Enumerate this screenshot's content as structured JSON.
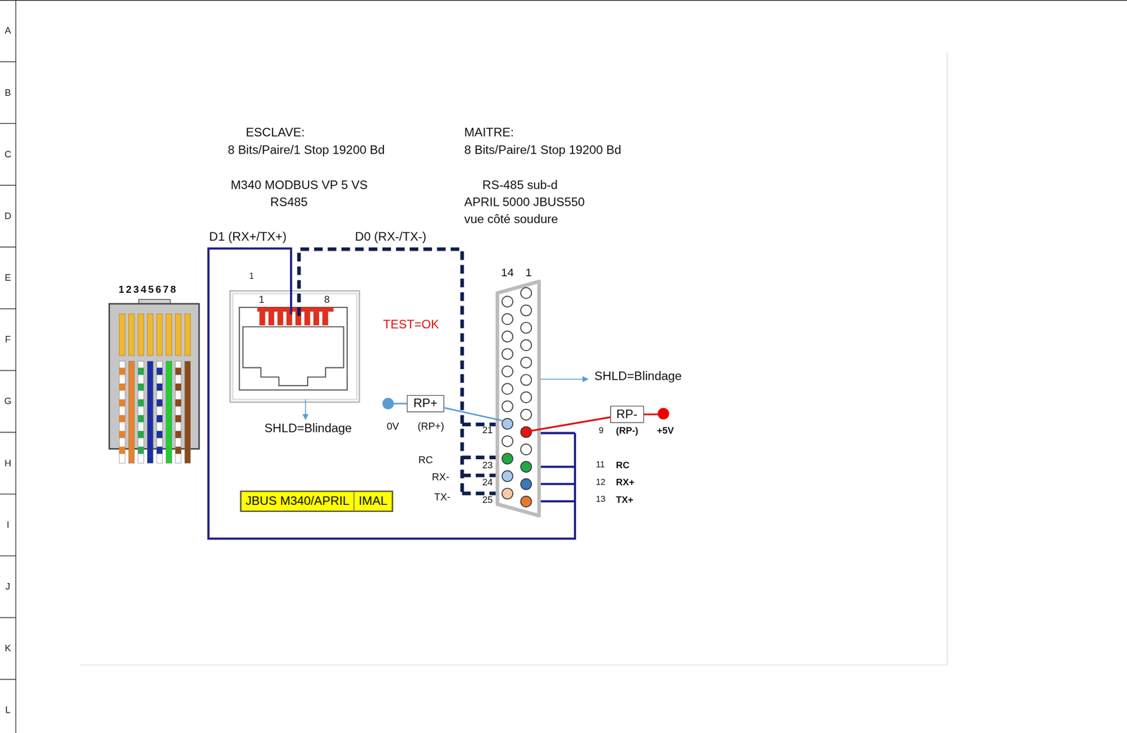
{
  "diagram": {
    "nodes": [
      {
        "text": [
          "JBUS M340/APRIL",
          "IMAL"
        ]
      },
      {
        "text": [
          "RP+"
        ]
      },
      {
        "text": [
          "RP-"
        ]
      }
    ],
    "labels": [
      "A",
      "B",
      "C",
      "D",
      "E",
      "F",
      "G",
      "H",
      "I",
      "J",
      "K",
      "L",
      "ESCLAVE:",
      "8 Bits/Paire/1 Stop 19200 Bd",
      "M340 MODBUS VP 5 VS",
      "RS485",
      "MAITRE:",
      "8 Bits/Paire/1 Stop 19200 Bd",
      "RS-485 sub-d",
      "APRIL 5000 JBUS550",
      "vue côté soudure",
      "D1 (RX+/TX+)",
      "D0 (RX-/TX-)",
      "12345678",
      "1",
      "1",
      "8",
      "SHLD=Blindage",
      "TEST=OK",
      "14",
      "1",
      "SHLD=Blindage",
      "0V",
      "(RP+)",
      "9",
      "(RP-)",
      "+5V",
      "21",
      "RC",
      "23",
      "RX-",
      "24",
      "TX-",
      "25",
      "11",
      "RC",
      "12",
      "RX+",
      "13",
      "TX+"
    ]
  }
}
